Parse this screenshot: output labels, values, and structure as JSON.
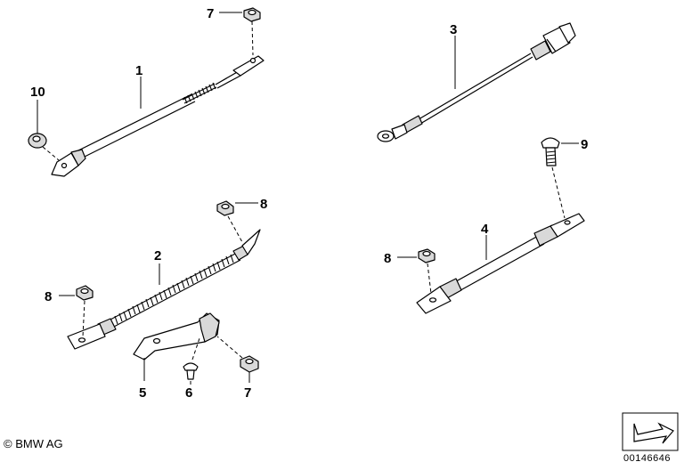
{
  "callouts": {
    "c1": "1",
    "c2": "2",
    "c3": "3",
    "c4": "4",
    "c5": "5",
    "c6": "6",
    "c7a": "7",
    "c7b": "7",
    "c8a": "8",
    "c8b": "8",
    "c8c": "8",
    "c9": "9",
    "c10": "10"
  },
  "footer": {
    "copyright": "© BMW AG",
    "doc_number": "00146646"
  },
  "icons": {
    "corner": "arrow-box-icon"
  }
}
